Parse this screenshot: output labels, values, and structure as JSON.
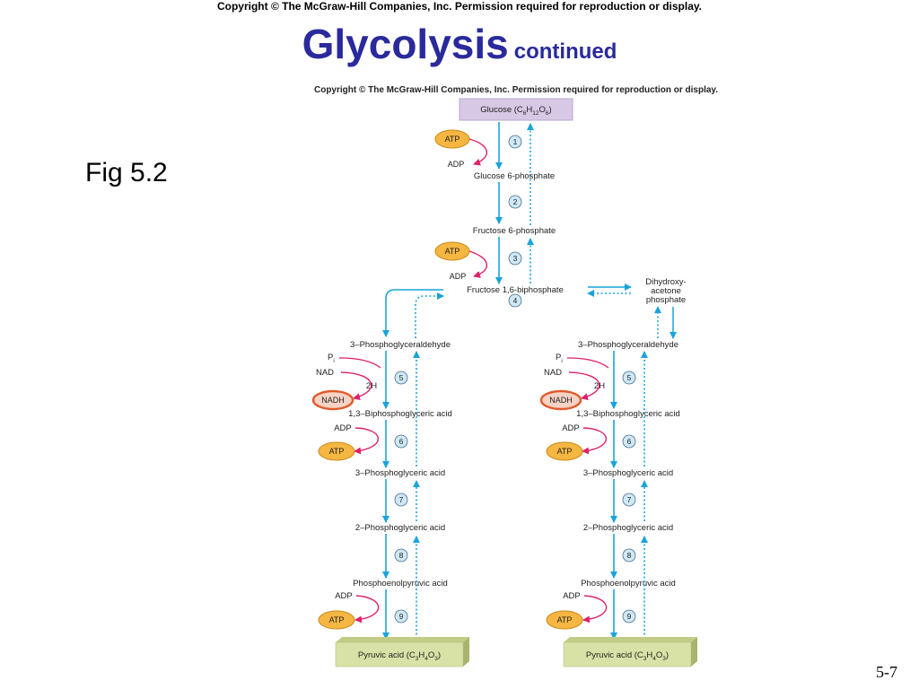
{
  "header": {
    "copyright": "Copyright © The McGraw-Hill Companies, Inc. Permission required for reproduction or display.",
    "title": "Glycolysis",
    "subtitle": "continued"
  },
  "figure_label": "Fig 5.2",
  "page_number": "5-7",
  "diagram": {
    "copyright": "Copyright © The McGraw-Hill Companies, Inc. Permission required for reproduction or display.",
    "glucose": {
      "base": "Glucose (C",
      "s1": "6",
      "m1": "H",
      "s2": "12",
      "m2": "O",
      "s3": "6",
      "end": ")"
    },
    "intermediates": {
      "g6p": "Glucose 6-phosphate",
      "f6p": "Fructose 6-phosphate",
      "f16bp": "Fructose 1,6-biphosphate",
      "dhap_1": "Dihydroxy-",
      "dhap_2": "acetone",
      "dhap_3": "phosphate",
      "g3p": "3–Phosphoglyceraldehyde",
      "bpg": "1,3–Biphosphoglyceric acid",
      "pga3": "3–Phosphoglyceric acid",
      "pga2": "2–Phosphoglyceric acid",
      "pep": "Phosphoenolpyruvic acid"
    },
    "pyruvate": {
      "base": "Pyruvic acid (C",
      "s1": "3",
      "m1": "H",
      "s2": "4",
      "m2": "O",
      "s3": "3",
      "end": ")"
    },
    "cofactors": {
      "atp": "ATP",
      "adp": "ADP",
      "nad": "NAD",
      "nadh": "NADH",
      "h2": "2H",
      "pi": "P",
      "pi_sub": "i"
    },
    "steps": [
      "1",
      "2",
      "3",
      "4",
      "5",
      "6",
      "7",
      "8",
      "9"
    ],
    "colors": {
      "arrow": "#1aa3dc",
      "magenta": "#e0206a",
      "atp_fill": "#f5b642",
      "nadh_stroke": "#e05a2a",
      "glucose_box": "#d7c8e6",
      "pyruvate_box": "#d9e2a6",
      "step_fill": "#cfe8f6"
    }
  }
}
